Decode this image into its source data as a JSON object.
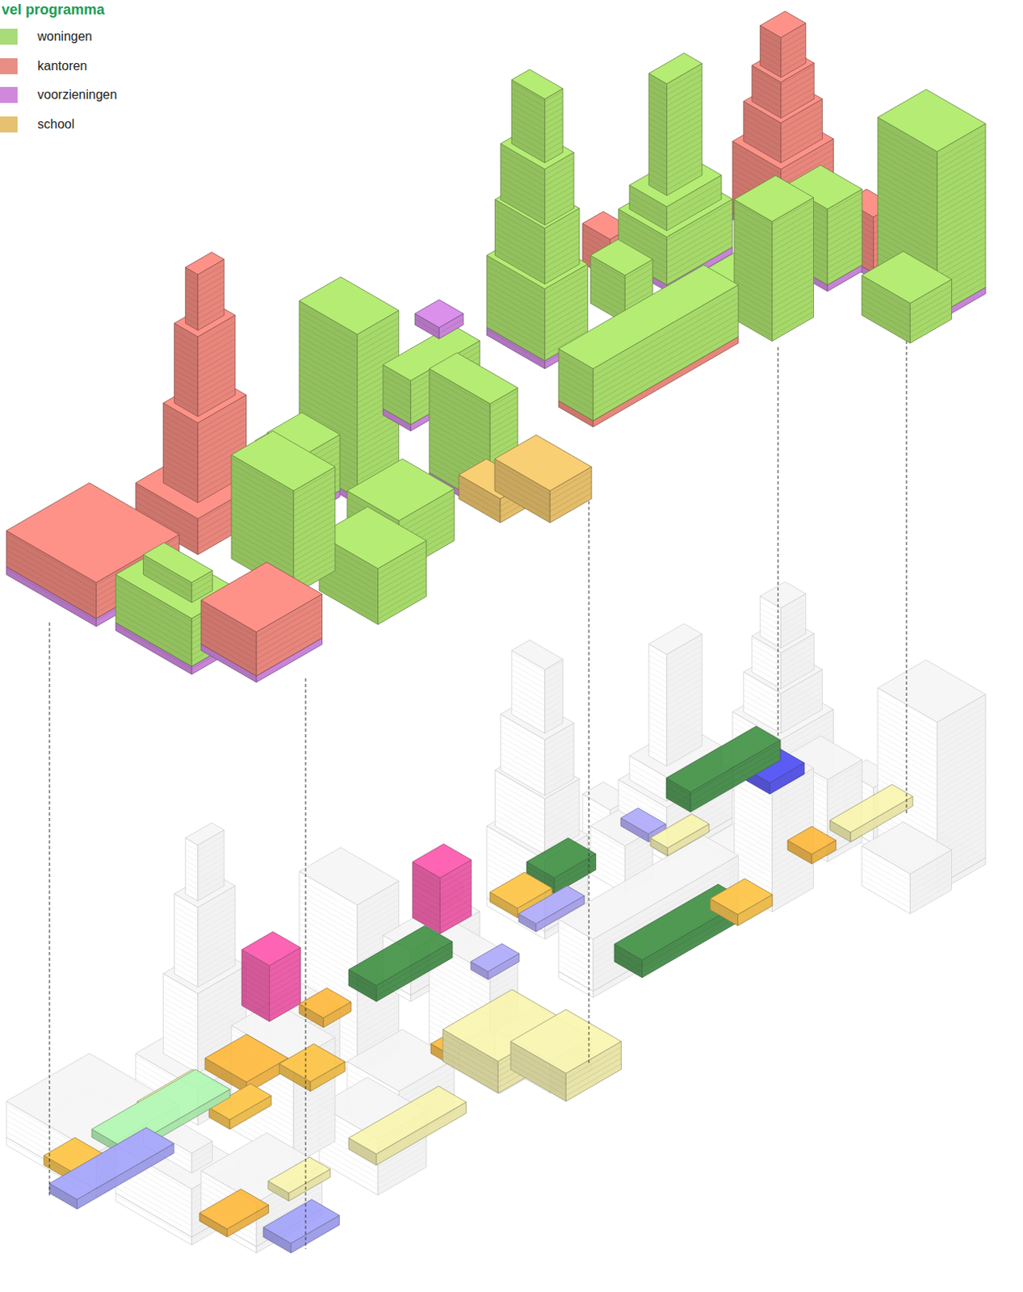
{
  "diagram": {
    "title": "vel programma",
    "legend": [
      {
        "text": "woningen",
        "color": "#a8dc78"
      },
      {
        "text": "kantoren",
        "color": "#e98e84"
      },
      {
        "text": "voorzieningen",
        "color": "#cf88dc"
      },
      {
        "text": "school",
        "color": "#e6c171"
      }
    ]
  }
}
